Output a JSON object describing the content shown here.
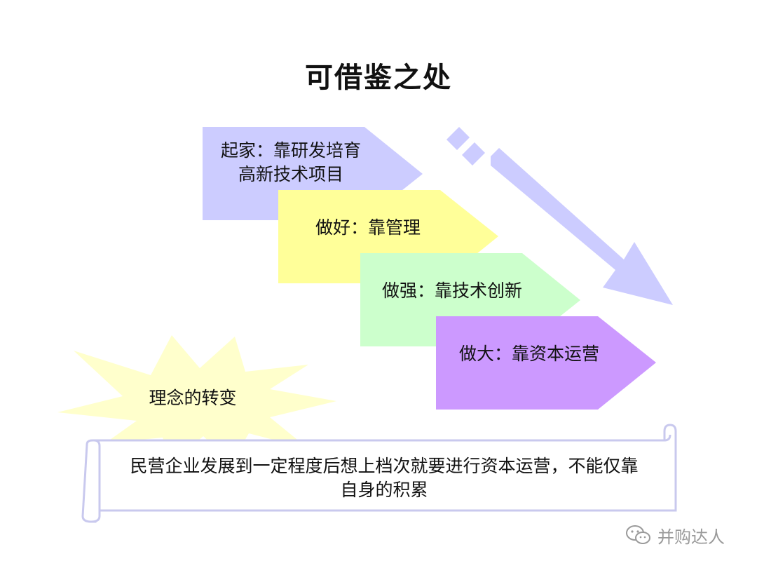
{
  "title": "可借鉴之处",
  "steps": [
    {
      "line1": "起家：靠研发培育",
      "line2": "高新技术项目",
      "color": "#ccccff"
    },
    {
      "line1": "做好：靠管理",
      "color": "#ffff99"
    },
    {
      "line1": "做强：靠技术创新",
      "color": "#ccffcc"
    },
    {
      "line1": "做大：靠资本运营",
      "color": "#cc99ff"
    }
  ],
  "burst": {
    "label": "理念的转变",
    "color": "#ffffcc"
  },
  "scroll": {
    "line1": "民营企业发展到一定程度后想上档次就要进行资本运营，不能仅靠",
    "line2": "自身的积累"
  },
  "arrow_color": "#ccccff",
  "watermark": {
    "icon": "wechat-icon",
    "text": "并购达人"
  }
}
